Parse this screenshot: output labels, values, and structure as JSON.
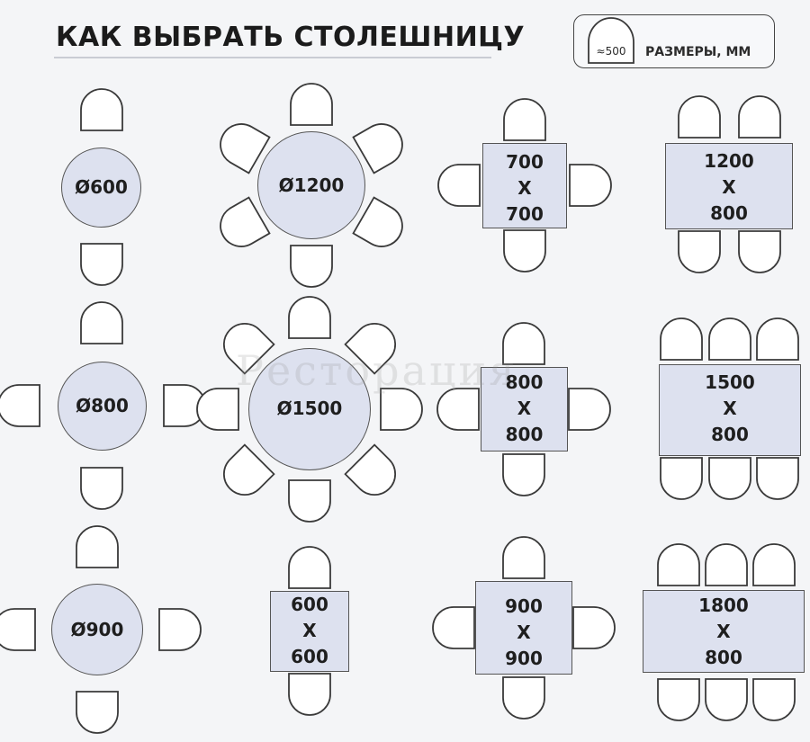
{
  "title": "КАК ВЫБРАТЬ СТОЛЕШНИЦУ",
  "legend": {
    "chair_size": "≈500",
    "units": "РАЗМЕРЫ, ММ"
  },
  "watermark": "Ресторация",
  "tables": {
    "d600": "Ø600",
    "d1200": "Ø1200",
    "d800": "Ø800",
    "d1500": "Ø1500",
    "d900": "Ø900",
    "r700": {
      "w": "700",
      "x": "X",
      "h": "700"
    },
    "r1200": {
      "w": "1200",
      "x": "X",
      "h": "800"
    },
    "r800": {
      "w": "800",
      "x": "X",
      "h": "800"
    },
    "r1500": {
      "w": "1500",
      "x": "X",
      "h": "800"
    },
    "r600": {
      "w": "600",
      "x": "X",
      "h": "600"
    },
    "r900": {
      "w": "900",
      "x": "X",
      "h": "900"
    },
    "r1800": {
      "w": "1800",
      "x": "X",
      "h": "800"
    }
  }
}
